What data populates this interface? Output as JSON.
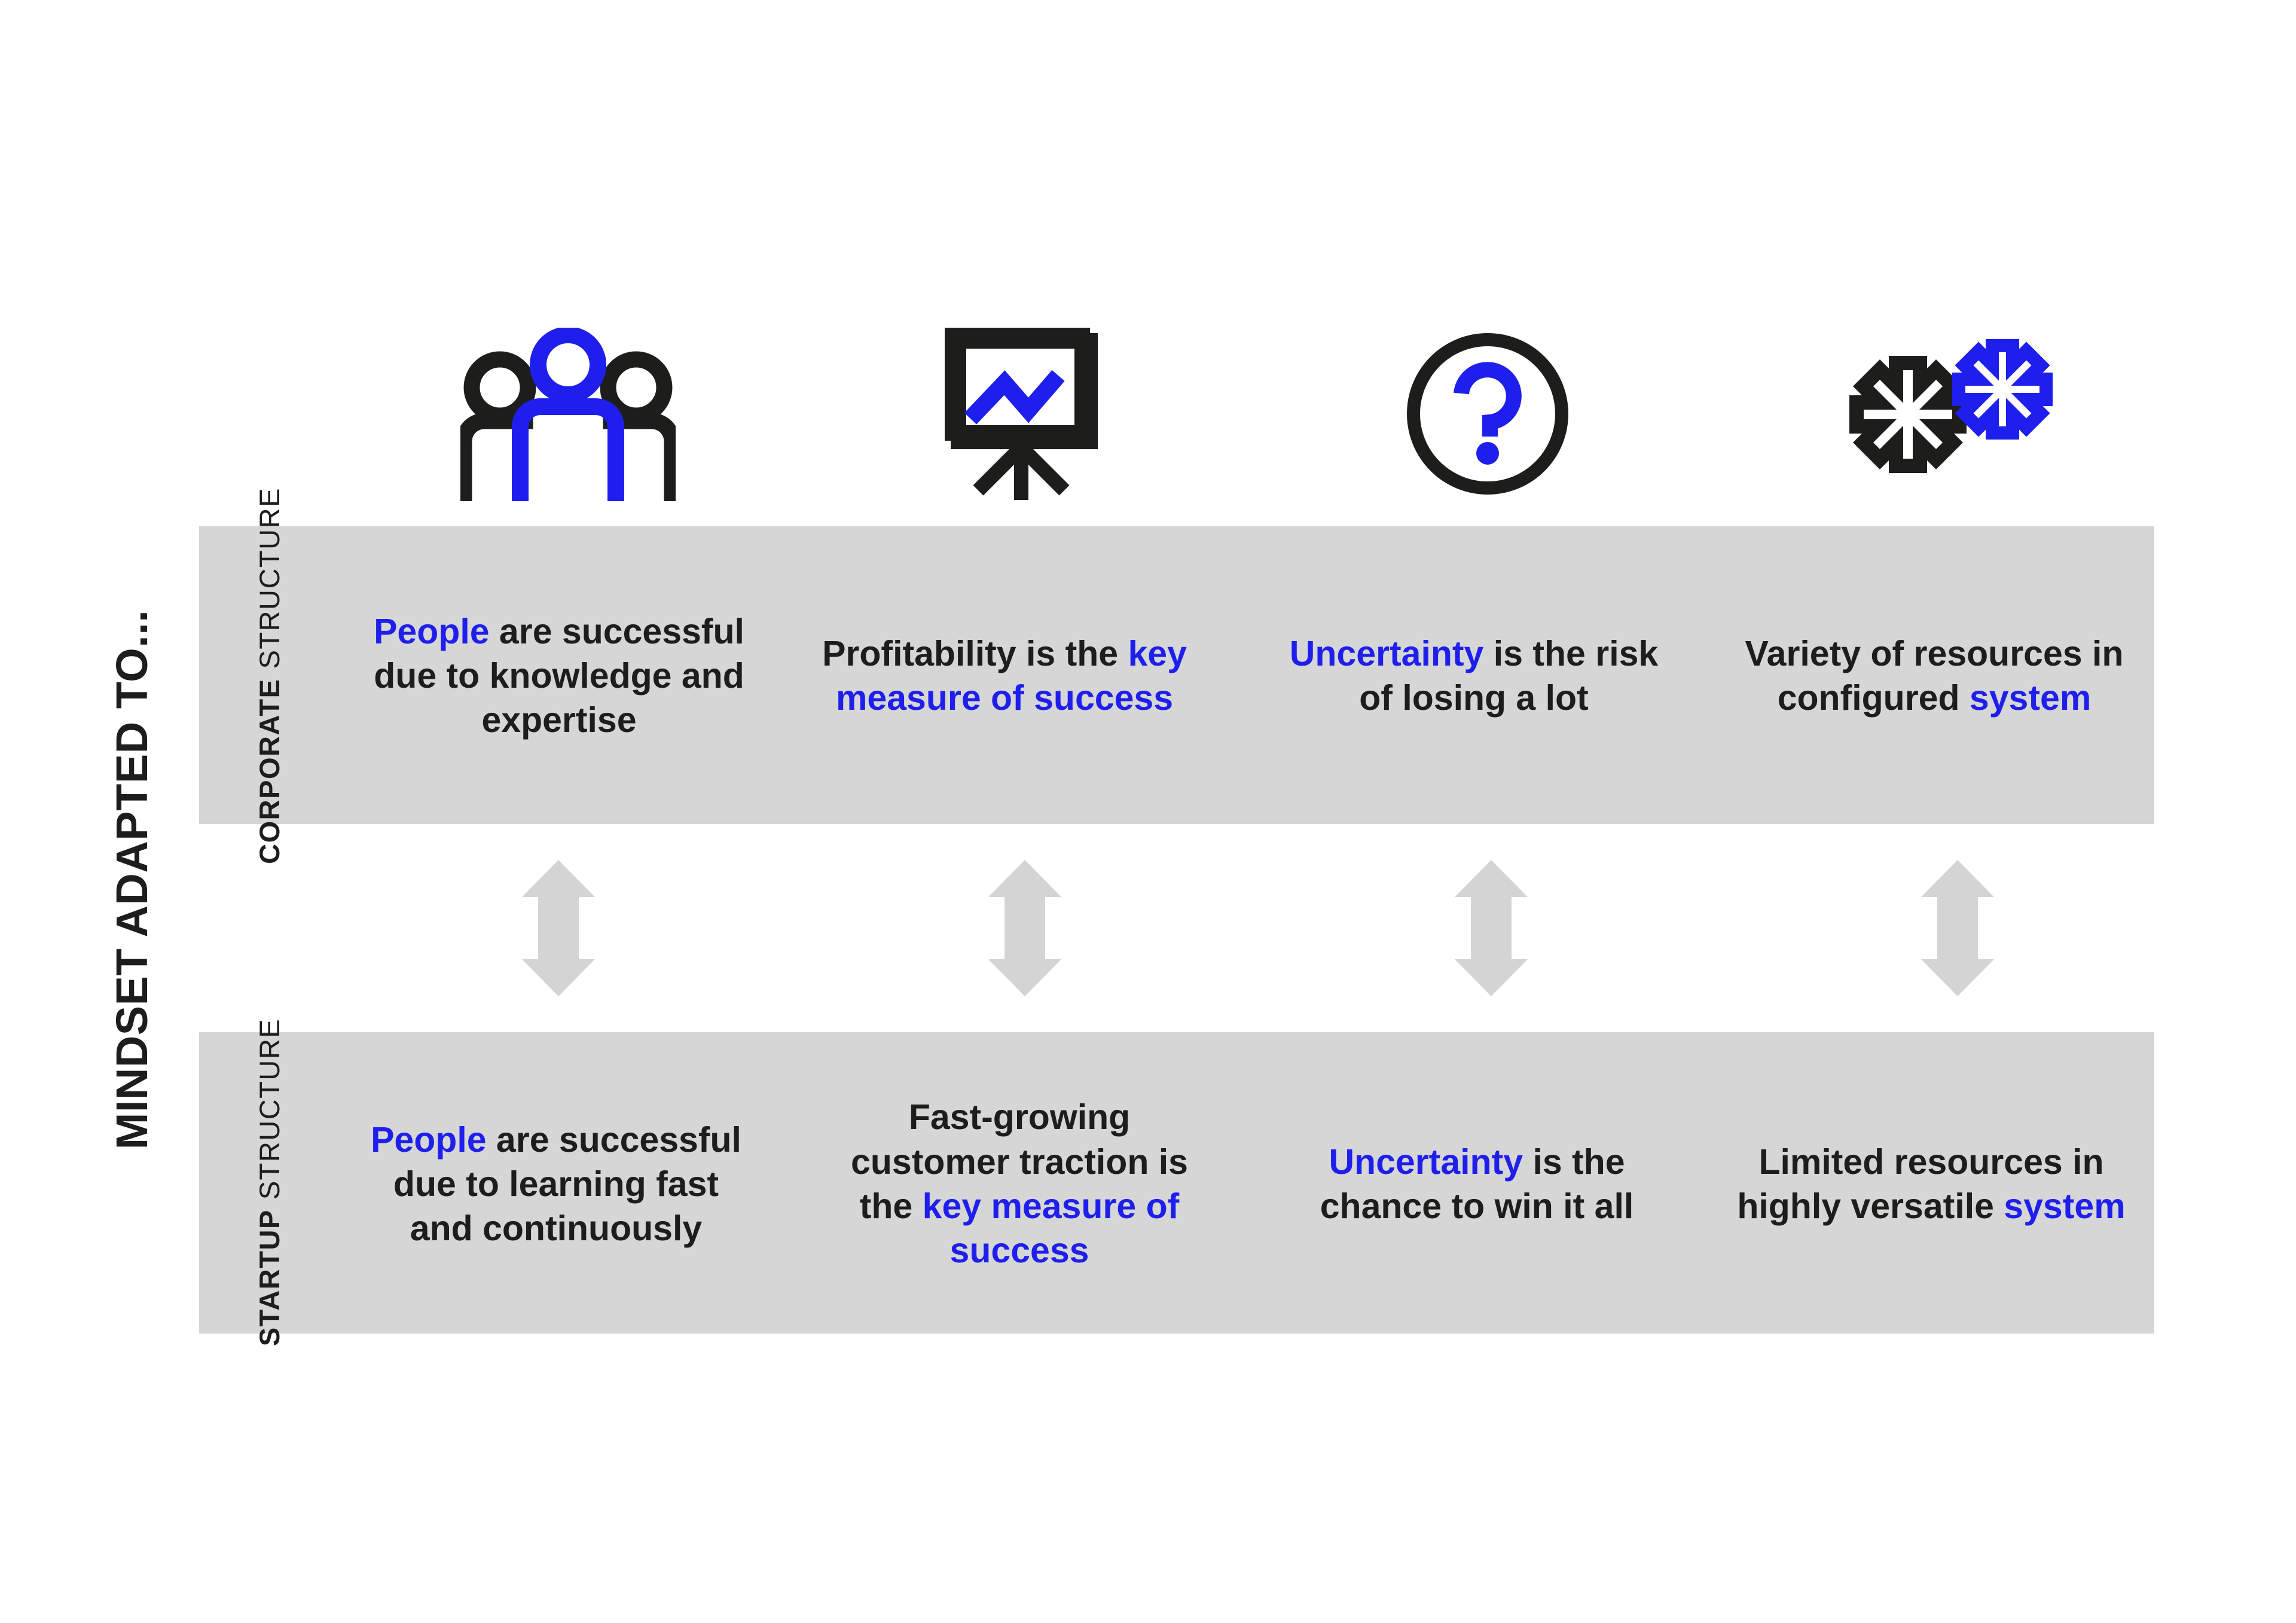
{
  "title": {
    "text": "MINDSET ADAPTED TO..."
  },
  "colors": {
    "accent_blue": "#1f1fed",
    "ink_black": "#1d1d1b",
    "panel_gray": "#d6d6d6",
    "arrow_gray": "#d4d4d4",
    "background": "#ffffff"
  },
  "columns": [
    {
      "icon": "three-people-icon"
    },
    {
      "icon": "presentation-chart-icon"
    },
    {
      "icon": "question-mark-circle-icon"
    },
    {
      "icon": "two-gears-icon"
    }
  ],
  "rows": [
    {
      "id": "corporate",
      "label_strong": "CORPORATE",
      "label_light": "STRUCTURE",
      "cells": [
        {
          "segments": [
            {
              "t": "People",
              "accent": true
            },
            {
              "t": " are successful due to knowledge and expertise",
              "accent": false
            }
          ],
          "plain": "People are successful due to knowledge and expertise"
        },
        {
          "segments": [
            {
              "t": "Profitability is the ",
              "accent": false
            },
            {
              "t": "key measure of success",
              "accent": true
            }
          ],
          "plain": "Profitability is the key measure of success"
        },
        {
          "segments": [
            {
              "t": "Uncertainty",
              "accent": true
            },
            {
              "t": " is the risk of losing a lot",
              "accent": false
            }
          ],
          "plain": "Uncertainty is the risk of losing a lot"
        },
        {
          "segments": [
            {
              "t": "Variety of resources in configured ",
              "accent": false
            },
            {
              "t": "system",
              "accent": true
            }
          ],
          "plain": "Variety of resources in configured system"
        }
      ]
    },
    {
      "id": "startup",
      "label_strong": "STARTUP",
      "label_light": "STRUCTURE",
      "cells": [
        {
          "segments": [
            {
              "t": "People",
              "accent": true
            },
            {
              "t": " are successful due to learning fast and continuously",
              "accent": false
            }
          ],
          "plain": "People are successful due to learning fast and continuously"
        },
        {
          "segments": [
            {
              "t": "Fast-growing customer traction is the ",
              "accent": false
            },
            {
              "t": "key measure of success",
              "accent": true
            }
          ],
          "plain": "Fast-growing customer traction is the key measure of success"
        },
        {
          "segments": [
            {
              "t": "Uncertainty",
              "accent": true
            },
            {
              "t": " is the chance to win it all",
              "accent": false
            }
          ],
          "plain": "Uncertainty is the chance to win it all"
        },
        {
          "segments": [
            {
              "t": "Limited resources in highly versatile ",
              "accent": false
            },
            {
              "t": "system",
              "accent": true
            }
          ],
          "plain": "Limited resources in highly versatile system"
        }
      ]
    }
  ],
  "connectors": [
    {
      "name": "double-arrow-column-1"
    },
    {
      "name": "double-arrow-column-2"
    },
    {
      "name": "double-arrow-column-3"
    },
    {
      "name": "double-arrow-column-4"
    }
  ]
}
